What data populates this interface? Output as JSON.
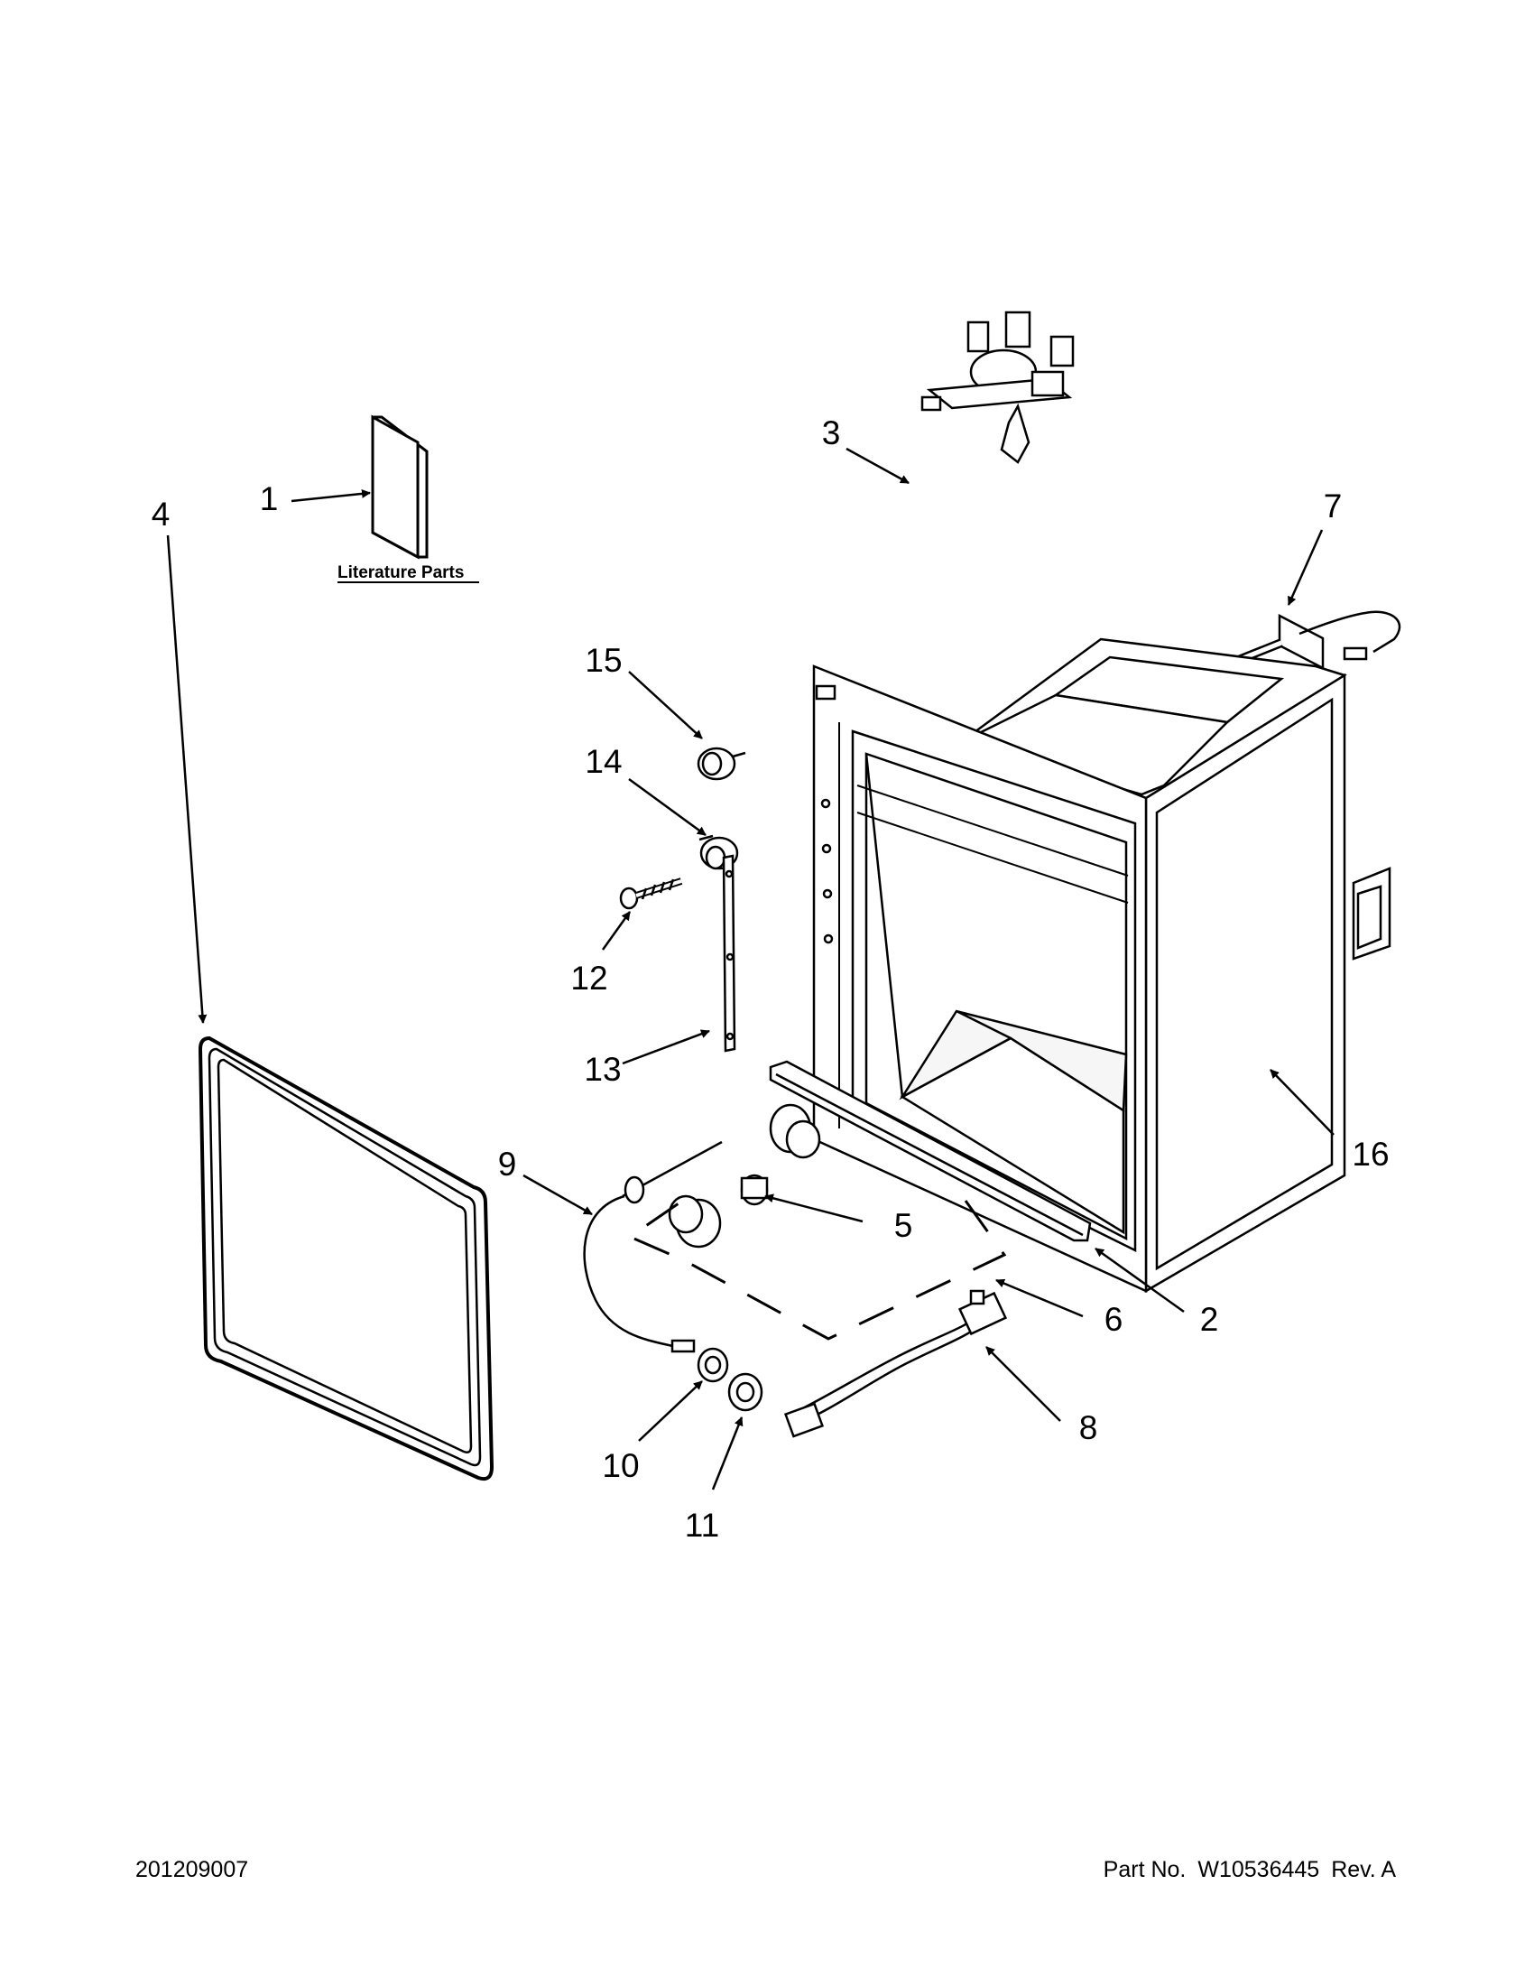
{
  "callouts": [
    "1",
    "2",
    "3",
    "4",
    "5",
    "6",
    "7",
    "8",
    "9",
    "10",
    "11",
    "12",
    "13",
    "14",
    "15",
    "16"
  ],
  "literature_label": "Literature Parts",
  "footer": {
    "date_code": "201209007",
    "part_label": "Part No.",
    "part_number": "W10536445",
    "revision": "Rev. A"
  }
}
